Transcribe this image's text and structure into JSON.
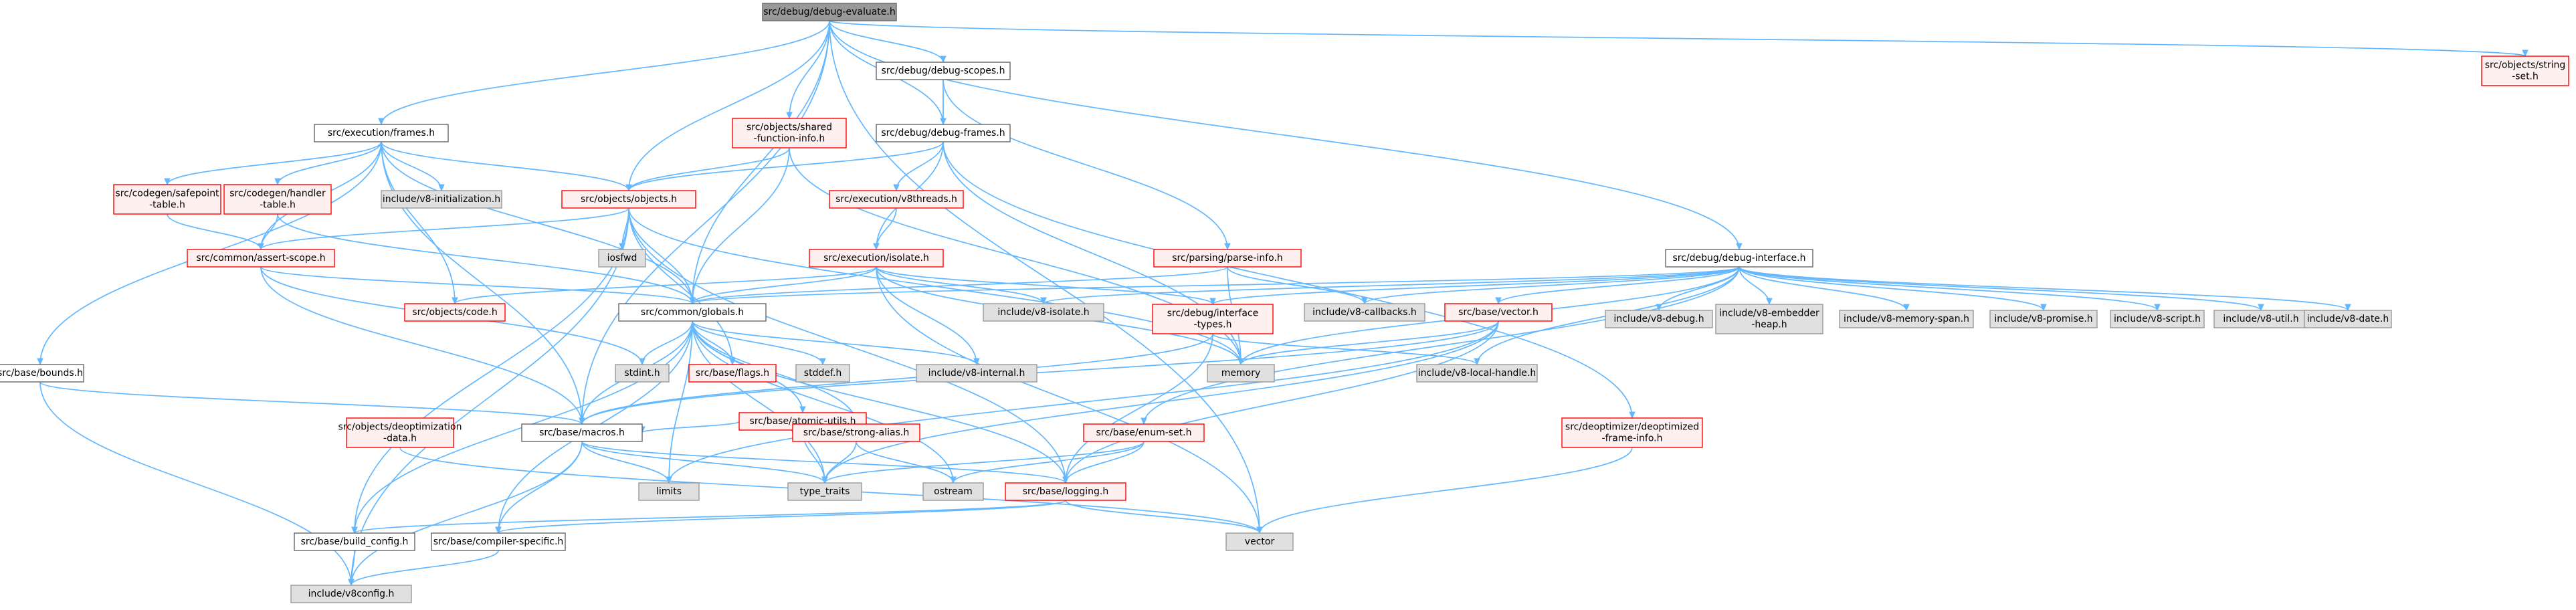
{
  "colors": {
    "root_fill": "#999999",
    "root_border": "#666666",
    "red_border": "#ff0000",
    "red_fill": "#fff0f0",
    "gray_border": "#999999",
    "gray_fill": "#e0e0e0",
    "plain_border": "#666666",
    "plain_fill": "#ffffff",
    "edge": "#63b8ff"
  },
  "graph": {
    "nodes": [
      {
        "id": "root",
        "style": "root",
        "lines": [
          "src/debug/debug-evaluate.h"
        ]
      },
      {
        "id": "frames",
        "style": "plain",
        "lines": [
          "src/execution/frames.h"
        ]
      },
      {
        "id": "shared",
        "style": "red",
        "lines": [
          "src/objects/shared",
          "-function-info.h"
        ]
      },
      {
        "id": "dscopes",
        "style": "plain",
        "lines": [
          "src/debug/debug-scopes.h"
        ]
      },
      {
        "id": "dframes",
        "style": "plain",
        "lines": [
          "src/debug/debug-frames.h"
        ]
      },
      {
        "id": "strset",
        "style": "red",
        "lines": [
          "src/objects/string",
          "-set.h"
        ]
      },
      {
        "id": "safepoint",
        "style": "red",
        "lines": [
          "src/codegen/safepoint",
          "-table.h"
        ]
      },
      {
        "id": "handler",
        "style": "red",
        "lines": [
          "src/codegen/handler",
          "-table.h"
        ]
      },
      {
        "id": "v8init",
        "style": "gray",
        "lines": [
          "include/v8-initialization.h"
        ]
      },
      {
        "id": "objects",
        "style": "red",
        "lines": [
          "src/objects/objects.h"
        ]
      },
      {
        "id": "v8threads",
        "style": "red",
        "lines": [
          "src/execution/v8threads.h"
        ]
      },
      {
        "id": "assert",
        "style": "red",
        "lines": [
          "src/common/assert-scope.h"
        ]
      },
      {
        "id": "iosfwd",
        "style": "gray",
        "lines": [
          "iosfwd"
        ]
      },
      {
        "id": "isolate",
        "style": "red",
        "lines": [
          "src/execution/isolate.h"
        ]
      },
      {
        "id": "parse",
        "style": "red",
        "lines": [
          "src/parsing/parse-info.h"
        ]
      },
      {
        "id": "dinterface",
        "style": "plain",
        "lines": [
          "src/debug/debug-interface.h"
        ]
      },
      {
        "id": "bounds",
        "style": "plain",
        "lines": [
          "src/base/bounds.h"
        ]
      },
      {
        "id": "code",
        "style": "red",
        "lines": [
          "src/objects/code.h"
        ]
      },
      {
        "id": "globals",
        "style": "plain",
        "lines": [
          "src/common/globals.h"
        ]
      },
      {
        "id": "v8isolate",
        "style": "gray",
        "lines": [
          "include/v8-isolate.h"
        ]
      },
      {
        "id": "dinttypes",
        "style": "red",
        "lines": [
          "src/debug/interface",
          "-types.h"
        ]
      },
      {
        "id": "v8callbacks",
        "style": "gray",
        "lines": [
          "include/v8-callbacks.h"
        ]
      },
      {
        "id": "vector_h",
        "style": "red",
        "lines": [
          "src/base/vector.h"
        ]
      },
      {
        "id": "v8debug",
        "style": "gray",
        "lines": [
          "include/v8-debug.h"
        ]
      },
      {
        "id": "v8embed",
        "style": "gray",
        "lines": [
          "include/v8-embedder",
          "-heap.h"
        ]
      },
      {
        "id": "v8memspan",
        "style": "gray",
        "lines": [
          "include/v8-memory-span.h"
        ]
      },
      {
        "id": "v8promise",
        "style": "gray",
        "lines": [
          "include/v8-promise.h"
        ]
      },
      {
        "id": "v8script",
        "style": "gray",
        "lines": [
          "include/v8-script.h"
        ]
      },
      {
        "id": "v8util",
        "style": "gray",
        "lines": [
          "include/v8-util.h"
        ]
      },
      {
        "id": "v8date",
        "style": "gray",
        "lines": [
          "include/v8-date.h"
        ]
      },
      {
        "id": "stdint",
        "style": "gray",
        "lines": [
          "stdint.h"
        ]
      },
      {
        "id": "flags",
        "style": "red",
        "lines": [
          "src/base/flags.h"
        ]
      },
      {
        "id": "stddef",
        "style": "gray",
        "lines": [
          "stddef.h"
        ]
      },
      {
        "id": "atomic",
        "style": "red",
        "lines": [
          "src/base/atomic-utils.h"
        ]
      },
      {
        "id": "v8internal",
        "style": "gray",
        "lines": [
          "include/v8-internal.h"
        ]
      },
      {
        "id": "memory",
        "style": "gray",
        "lines": [
          "memory"
        ]
      },
      {
        "id": "localhandle",
        "style": "gray",
        "lines": [
          "include/v8-local-handle.h"
        ]
      },
      {
        "id": "deopt",
        "style": "red",
        "lines": [
          "src/objects/deoptimization",
          "-data.h"
        ]
      },
      {
        "id": "macros",
        "style": "plain",
        "lines": [
          "src/base/macros.h"
        ]
      },
      {
        "id": "stralias",
        "style": "red",
        "lines": [
          "src/base/strong-alias.h"
        ]
      },
      {
        "id": "enumset",
        "style": "red",
        "lines": [
          "src/base/enum-set.h"
        ]
      },
      {
        "id": "deoptframe",
        "style": "red",
        "lines": [
          "src/deoptimizer/deoptimized",
          "-frame-info.h"
        ]
      },
      {
        "id": "limits",
        "style": "gray",
        "lines": [
          "limits"
        ]
      },
      {
        "id": "typetraits",
        "style": "gray",
        "lines": [
          "type_traits"
        ]
      },
      {
        "id": "ostream",
        "style": "gray",
        "lines": [
          "ostream"
        ]
      },
      {
        "id": "logging",
        "style": "red",
        "lines": [
          "src/base/logging.h"
        ]
      },
      {
        "id": "buildcfg",
        "style": "plain",
        "lines": [
          "src/base/build_config.h"
        ]
      },
      {
        "id": "compiler",
        "style": "plain",
        "lines": [
          "src/base/compiler-specific.h"
        ]
      },
      {
        "id": "vector",
        "style": "gray",
        "lines": [
          "vector"
        ]
      },
      {
        "id": "v8config",
        "style": "gray",
        "lines": [
          "include/v8config.h"
        ]
      }
    ],
    "edges": [
      [
        "root",
        "frames"
      ],
      [
        "root",
        "shared"
      ],
      [
        "root",
        "dscopes"
      ],
      [
        "root",
        "dframes"
      ],
      [
        "root",
        "strset"
      ],
      [
        "root",
        "objects"
      ],
      [
        "root",
        "globals"
      ],
      [
        "root",
        "macros"
      ],
      [
        "root",
        "dinterface"
      ],
      [
        "root",
        "vector"
      ],
      [
        "frames",
        "safepoint"
      ],
      [
        "frames",
        "handler"
      ],
      [
        "frames",
        "v8init"
      ],
      [
        "frames",
        "objects"
      ],
      [
        "frames",
        "assert"
      ],
      [
        "frames",
        "code"
      ],
      [
        "frames",
        "globals"
      ],
      [
        "frames",
        "bounds"
      ],
      [
        "frames",
        "macros"
      ],
      [
        "shared",
        "objects"
      ],
      [
        "shared",
        "globals"
      ],
      [
        "shared",
        "memory"
      ],
      [
        "dscopes",
        "dframes"
      ],
      [
        "dscopes",
        "parse"
      ],
      [
        "dframes",
        "objects"
      ],
      [
        "dframes",
        "v8threads"
      ],
      [
        "dframes",
        "isolate"
      ],
      [
        "dframes",
        "memory"
      ],
      [
        "dframes",
        "deoptframe"
      ],
      [
        "safepoint",
        "assert"
      ],
      [
        "handler",
        "assert"
      ],
      [
        "handler",
        "globals"
      ],
      [
        "objects",
        "assert"
      ],
      [
        "objects",
        "iosfwd"
      ],
      [
        "objects",
        "globals"
      ],
      [
        "objects",
        "memory"
      ],
      [
        "objects",
        "flags"
      ],
      [
        "objects",
        "buildcfg"
      ],
      [
        "objects",
        "logging"
      ],
      [
        "objects",
        "v8config"
      ],
      [
        "v8threads",
        "isolate"
      ],
      [
        "assert",
        "globals"
      ],
      [
        "assert",
        "macros"
      ],
      [
        "assert",
        "stdint"
      ],
      [
        "isolate",
        "code"
      ],
      [
        "isolate",
        "globals"
      ],
      [
        "isolate",
        "v8isolate"
      ],
      [
        "isolate",
        "v8internal"
      ],
      [
        "isolate",
        "memory"
      ],
      [
        "isolate",
        "vector"
      ],
      [
        "isolate",
        "dinttypes"
      ],
      [
        "parse",
        "globals"
      ],
      [
        "parse",
        "memory"
      ],
      [
        "parse",
        "v8callbacks"
      ],
      [
        "dinterface",
        "globals"
      ],
      [
        "dinterface",
        "v8isolate"
      ],
      [
        "dinterface",
        "dinttypes"
      ],
      [
        "dinterface",
        "v8callbacks"
      ],
      [
        "dinterface",
        "vector_h"
      ],
      [
        "dinterface",
        "v8debug"
      ],
      [
        "dinterface",
        "v8embed"
      ],
      [
        "dinterface",
        "v8memspan"
      ],
      [
        "dinterface",
        "v8promise"
      ],
      [
        "dinterface",
        "v8script"
      ],
      [
        "dinterface",
        "v8util"
      ],
      [
        "dinterface",
        "v8date"
      ],
      [
        "dinterface",
        "localhandle"
      ],
      [
        "dinterface",
        "memory"
      ],
      [
        "dinterface",
        "enumset"
      ],
      [
        "bounds",
        "macros"
      ],
      [
        "bounds",
        "v8config"
      ],
      [
        "globals",
        "stdint"
      ],
      [
        "globals",
        "flags"
      ],
      [
        "globals",
        "stddef"
      ],
      [
        "globals",
        "atomic"
      ],
      [
        "globals",
        "v8internal"
      ],
      [
        "globals",
        "macros"
      ],
      [
        "globals",
        "limits"
      ],
      [
        "globals",
        "typetraits"
      ],
      [
        "globals",
        "ostream"
      ],
      [
        "globals",
        "logging"
      ],
      [
        "globals",
        "stralias"
      ],
      [
        "globals",
        "buildcfg"
      ],
      [
        "globals",
        "compiler"
      ],
      [
        "dinttypes",
        "localhandle"
      ],
      [
        "dinttypes",
        "logging"
      ],
      [
        "dinttypes",
        "macros"
      ],
      [
        "vector_h",
        "macros"
      ],
      [
        "vector_h",
        "logging"
      ],
      [
        "vector_h",
        "memory"
      ],
      [
        "vector_h",
        "typetraits"
      ],
      [
        "vector_h",
        "limits"
      ],
      [
        "atomic",
        "macros"
      ],
      [
        "atomic",
        "stralias"
      ],
      [
        "atomic",
        "typetraits"
      ],
      [
        "deopt",
        "vector"
      ],
      [
        "macros",
        "limits"
      ],
      [
        "macros",
        "typetraits"
      ],
      [
        "macros",
        "compiler"
      ],
      [
        "macros",
        "v8config"
      ],
      [
        "macros",
        "logging"
      ],
      [
        "stralias",
        "typetraits"
      ],
      [
        "stralias",
        "ostream"
      ],
      [
        "enumset",
        "typetraits"
      ],
      [
        "enumset",
        "ostream"
      ],
      [
        "enumset",
        "logging"
      ],
      [
        "deoptframe",
        "vector"
      ],
      [
        "logging",
        "buildcfg"
      ],
      [
        "logging",
        "compiler"
      ],
      [
        "logging",
        "vector"
      ],
      [
        "buildcfg",
        "v8config"
      ],
      [
        "compiler",
        "v8config"
      ]
    ]
  }
}
